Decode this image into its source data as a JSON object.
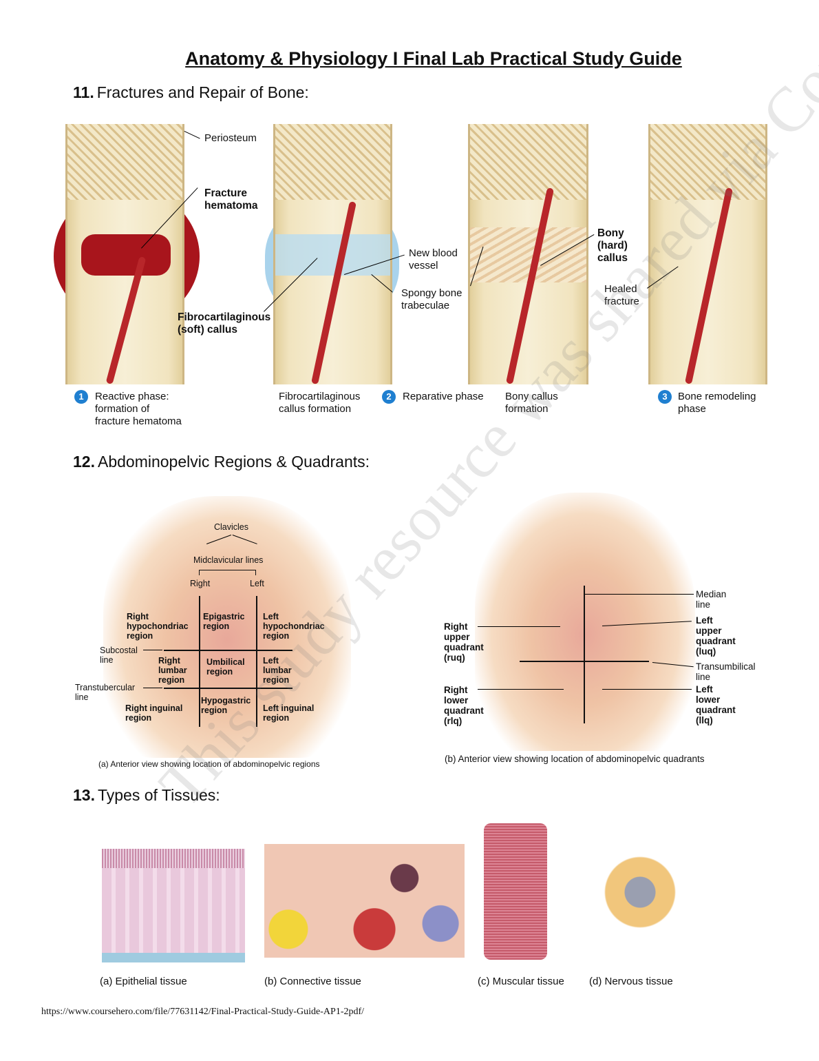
{
  "title": "Anatomy & Physiology I Final Lab Practical Study Guide",
  "sections": [
    {
      "num": "11.",
      "label": "Fractures and Repair of Bone:"
    },
    {
      "num": "12.",
      "label": "Abdominopelvic Regions & Quadrants:"
    },
    {
      "num": "13.",
      "label": "Types of Tissues:"
    }
  ],
  "fracture": {
    "labels": {
      "periosteum": "Periosteum",
      "hematoma": "Fracture\nhematoma",
      "fibro": "Fibrocartilaginous",
      "soft_callus": "(soft) callus",
      "new_vessel": "New blood\nvessel",
      "spongy": "Spongy bone\ntrabeculae",
      "bony_callus": "Bony\n(hard)\ncallus",
      "healed": "Healed\nfracture"
    },
    "steps": [
      {
        "num": "1",
        "text": "Reactive phase:\nformation of\nfracture hematoma"
      },
      {
        "text": "Fibrocartilaginous\ncallus formation"
      },
      {
        "num": "2",
        "text": "Reparative phase"
      },
      {
        "text": "Bony callus\nformation"
      },
      {
        "num": "3",
        "text": "Bone remodeling\nphase"
      }
    ]
  },
  "regions": {
    "clavicles": "Clavicles",
    "midclavicular": "Midclavicular lines",
    "right": "Right",
    "left": "Left",
    "r_hypo": "Right\nhypochondriac\nregion",
    "epigastric": "Epigastric\nregion",
    "l_hypo": "Left\nhypochondriac\nregion",
    "subcostal": "Subcostal\nline",
    "r_lumbar": "Right\nlumbar\nregion",
    "umbilical": "Umbilical\nregion",
    "l_lumbar": "Left\nlumbar\nregion",
    "transtubercular": "Transtubercular\nline",
    "r_inguinal": "Right inguinal\nregion",
    "hypogastric": "Hypogastric\nregion",
    "l_inguinal": "Left inguinal\nregion",
    "caption": "(a) Anterior view showing location of abdominopelvic regions"
  },
  "quadrants": {
    "median": "Median\nline",
    "luq": "Left\nupper\nquadrant\n(luq)",
    "transumbilical": "Transumbilical\nline",
    "llq": "Left\nlower\nquadrant\n(llq)",
    "ruq": "Right\nupper\nquadrant\n(ruq)",
    "rlq": "Right\nlower\nquadrant\n(rlq)",
    "caption": "(b) Anterior view showing location of abdominopelvic quadrants"
  },
  "tissues": [
    {
      "caption": "(a) Epithelial tissue"
    },
    {
      "caption": "(b) Connective tissue"
    },
    {
      "caption": "(c) Muscular tissue"
    },
    {
      "caption": "(d) Nervous tissue"
    }
  ],
  "watermark": "This study resource was shared via CourseHero.com",
  "footer_url": "https://www.coursehero.com/file/77631142/Final-Practical-Study-Guide-AP1-2pdf/"
}
